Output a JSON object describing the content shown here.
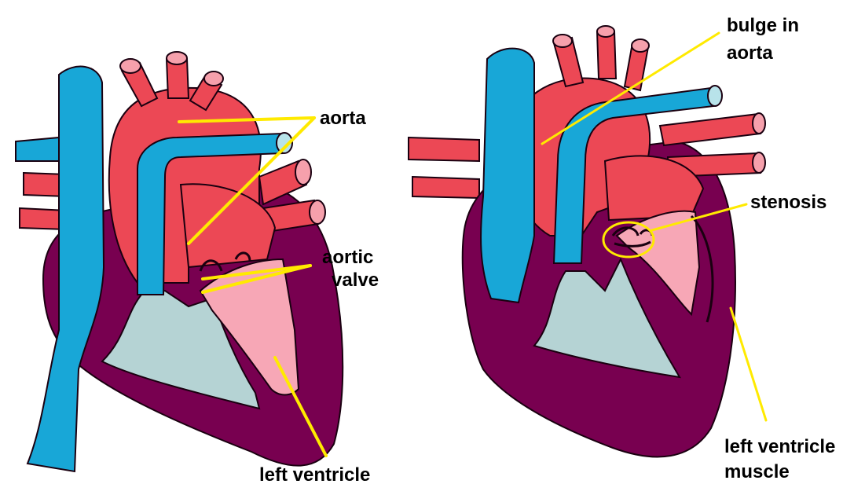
{
  "colors": {
    "aorta_red": "#ec4855",
    "aorta_tip": "#f6a0ac",
    "vena_blue": "#18a7d7",
    "vena_tip": "#b8e3ea",
    "muscle_maroon": "#780050",
    "atrium_grey": "#b5d3d4",
    "ventricle_pink": "#f7a7b6",
    "pointer_yellow": "#ffea00",
    "outline": "#1a0010"
  },
  "normal_heart": {
    "labels": {
      "aorta": "aorta",
      "aortic_valve_line1": "aortic",
      "aortic_valve_line2": "valve",
      "left_ventricle": "left ventricle"
    }
  },
  "diseased_heart": {
    "labels": {
      "bulge_line1": "bulge in",
      "bulge_line2": "aorta",
      "stenosis": "stenosis",
      "lv_muscle_line1": "left ventricle",
      "lv_muscle_line2": "muscle"
    }
  }
}
